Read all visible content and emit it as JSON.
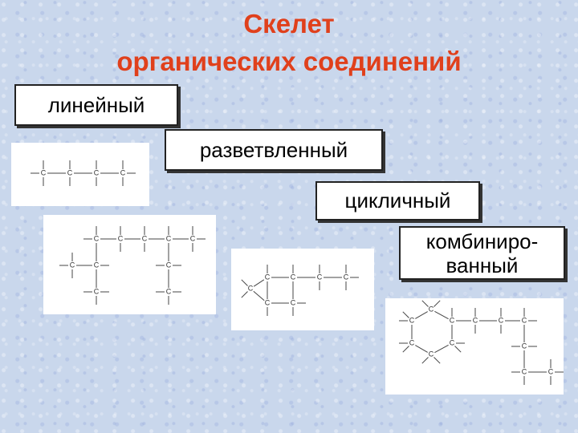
{
  "title": {
    "line1": "Скелет",
    "line2": "органических соединений"
  },
  "categories": {
    "linear": "линейный",
    "branched": "разветвленный",
    "cyclic": "цикличный",
    "combined_line1": "комбиниро-",
    "combined_line2": "ванный"
  },
  "atom_symbol": "C",
  "colors": {
    "title": "#e0401c",
    "background": "#c9d7ec"
  }
}
